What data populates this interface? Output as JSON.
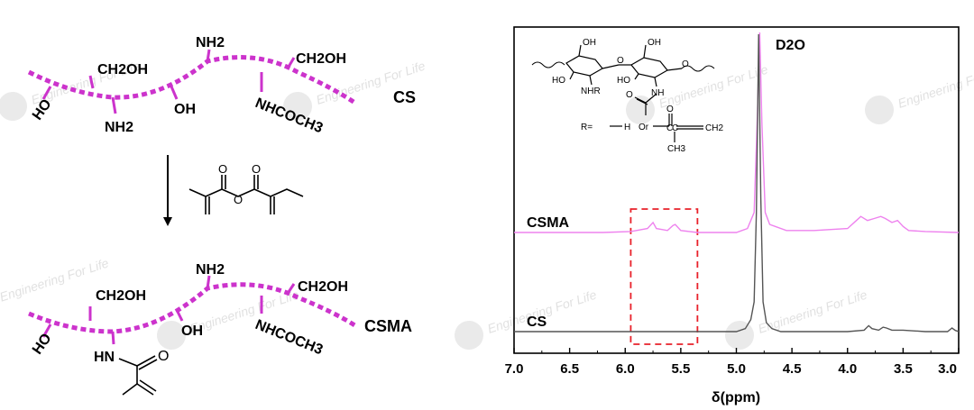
{
  "scheme": {
    "top": {
      "name": "CS",
      "groups": {
        "ch2oh_left": "CH2OH",
        "ho_left": "HO",
        "nh2_bottom": "NH2",
        "nh2_top": "NH2",
        "oh_mid": "OH",
        "ch2oh_right": "CH2OH",
        "nhcoch3": "NHCOCH3"
      }
    },
    "bottom": {
      "name": "CSMA",
      "groups": {
        "ch2oh_left": "CH2OH",
        "ho_left": "HO",
        "hn_bottom": "HN",
        "nh2_top": "NH2",
        "oh_mid": "OH",
        "ch2oh_right": "CH2OH",
        "nhcoch3": "NHCOCH3",
        "carbonyl_o": "O"
      }
    },
    "reagent_o": "O"
  },
  "inset": {
    "oh_labels": [
      "OH",
      "OH"
    ],
    "ho_labels": [
      "HO",
      "HO"
    ],
    "o_labels": [
      "O",
      "O"
    ],
    "nhr": "NHR",
    "nh": "NH",
    "acetyl_o": "O",
    "r_definition": "R=",
    "h_label": "H",
    "or_label": "Or",
    "methacryl_o": "O",
    "methacryl_c1": "C",
    "methacryl_c2": "C",
    "ch2": "CH2",
    "ch3": "CH3"
  },
  "watermark": "Engineering For Life",
  "chart_data": {
    "type": "line",
    "xlabel": "δ(ppm)",
    "ylabel": "",
    "title": "",
    "xlim": [
      7.0,
      3.0
    ],
    "x_reversed": true,
    "x_ticks": [
      "7.0",
      "6.5",
      "6.0",
      "5.5",
      "5.0",
      "4.5",
      "4.0",
      "3.5",
      "3.0"
    ],
    "grid": false,
    "annotations": [
      {
        "text": "D2O",
        "x": 4.79
      },
      {
        "type": "dashed-box",
        "x_range": [
          5.95,
          5.35
        ],
        "color": "#e8212a"
      }
    ],
    "series": [
      {
        "name": "CSMA",
        "color": "#ee82ee",
        "x": [
          7.0,
          6.2,
          5.95,
          5.8,
          5.75,
          5.72,
          5.62,
          5.57,
          5.55,
          5.5,
          5.35,
          5.0,
          4.9,
          4.84,
          4.81,
          4.79,
          4.77,
          4.74,
          4.7,
          4.65,
          4.55,
          4.3,
          4.0,
          3.92,
          3.88,
          3.82,
          3.76,
          3.7,
          3.66,
          3.6,
          3.55,
          3.5,
          3.45,
          3.3,
          3.0
        ],
        "y": [
          0.0,
          0.0,
          0.005,
          0.02,
          0.05,
          0.02,
          0.01,
          0.035,
          0.04,
          0.01,
          0.0,
          0.0,
          0.02,
          0.1,
          0.6,
          1.0,
          0.55,
          0.1,
          0.04,
          0.03,
          0.01,
          0.01,
          0.02,
          0.06,
          0.08,
          0.06,
          0.07,
          0.08,
          0.07,
          0.05,
          0.06,
          0.03,
          0.01,
          0.005,
          0.0
        ]
      },
      {
        "name": "CS",
        "color": "#555555",
        "x": [
          7.0,
          6.0,
          5.5,
          5.0,
          4.92,
          4.87,
          4.84,
          4.82,
          4.8,
          4.78,
          4.76,
          4.73,
          4.68,
          4.6,
          4.4,
          4.0,
          3.85,
          3.81,
          3.78,
          3.72,
          3.68,
          3.65,
          3.6,
          3.5,
          3.3,
          3.1,
          3.06,
          3.03,
          3.0
        ],
        "y": [
          0.0,
          0.0,
          0.0,
          0.0,
          0.01,
          0.04,
          0.1,
          0.4,
          1.0,
          0.45,
          0.1,
          0.03,
          0.01,
          0.0,
          0.0,
          0.0,
          0.005,
          0.02,
          0.01,
          0.005,
          0.015,
          0.012,
          0.005,
          0.005,
          0.0,
          0.0,
          0.012,
          0.004,
          0.0
        ]
      }
    ]
  }
}
